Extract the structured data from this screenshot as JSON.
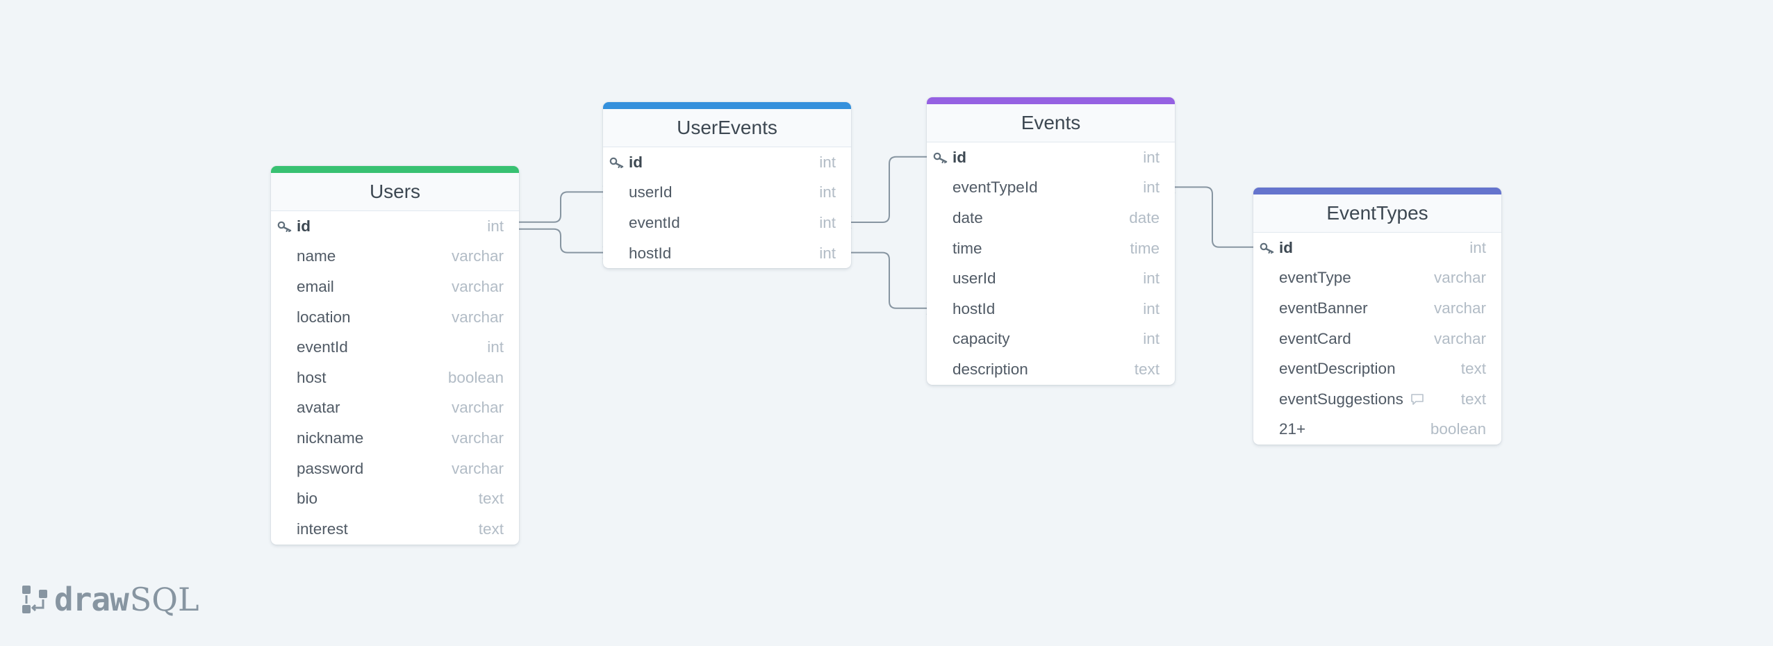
{
  "colors": {
    "background": "#f1f5f8",
    "connector": "#8795a1",
    "users_accent": "#38c172",
    "user_events_accent": "#3490dc",
    "events_accent": "#9561e2",
    "event_types_accent": "#6574cd"
  },
  "logo": {
    "icon": "drawsql-logo-icon",
    "word_a": "draw",
    "word_b": "SQL"
  },
  "tables": [
    {
      "id": "users",
      "name": "Users",
      "accent": "#38c172",
      "columns": [
        {
          "name": "id",
          "type": "int",
          "pk": true
        },
        {
          "name": "name",
          "type": "varchar"
        },
        {
          "name": "email",
          "type": "varchar"
        },
        {
          "name": "location",
          "type": "varchar"
        },
        {
          "name": "eventId",
          "type": "int"
        },
        {
          "name": "host",
          "type": "boolean"
        },
        {
          "name": "avatar",
          "type": "varchar"
        },
        {
          "name": "nickname",
          "type": "varchar"
        },
        {
          "name": "password",
          "type": "varchar"
        },
        {
          "name": "bio",
          "type": "text"
        },
        {
          "name": "interest",
          "type": "text"
        }
      ]
    },
    {
      "id": "user-events",
      "name": "UserEvents",
      "accent": "#3490dc",
      "columns": [
        {
          "name": "id",
          "type": "int",
          "pk": true
        },
        {
          "name": "userId",
          "type": "int"
        },
        {
          "name": "eventId",
          "type": "int"
        },
        {
          "name": "hostId",
          "type": "int"
        }
      ]
    },
    {
      "id": "events",
      "name": "Events",
      "accent": "#9561e2",
      "columns": [
        {
          "name": "id",
          "type": "int",
          "pk": true
        },
        {
          "name": "eventTypeId",
          "type": "int"
        },
        {
          "name": "date",
          "type": "date"
        },
        {
          "name": "time",
          "type": "time"
        },
        {
          "name": "userId",
          "type": "int"
        },
        {
          "name": "hostId",
          "type": "int"
        },
        {
          "name": "capacity",
          "type": "int"
        },
        {
          "name": "description",
          "type": "text"
        }
      ]
    },
    {
      "id": "event-types",
      "name": "EventTypes",
      "accent": "#6574cd",
      "columns": [
        {
          "name": "id",
          "type": "int",
          "pk": true
        },
        {
          "name": "eventType",
          "type": "varchar"
        },
        {
          "name": "eventBanner",
          "type": "varchar"
        },
        {
          "name": "eventCard",
          "type": "varchar"
        },
        {
          "name": "eventDescription",
          "type": "text"
        },
        {
          "name": "eventSuggestions",
          "type": "text",
          "note": true
        },
        {
          "name": "21+",
          "type": "boolean"
        }
      ]
    }
  ],
  "relations": [
    {
      "from_table": "users",
      "from_column": "id",
      "to_table": "user-events",
      "to_column": "userId",
      "cardinality": "one-to-many"
    },
    {
      "from_table": "users",
      "from_column": "id",
      "to_table": "user-events",
      "to_column": "hostId",
      "cardinality": "one-to-many"
    },
    {
      "from_table": "events",
      "from_column": "id",
      "to_table": "user-events",
      "to_column": "eventId",
      "cardinality": "one-to-many"
    },
    {
      "from_table": "user-events",
      "from_column": "hostId",
      "to_table": "events",
      "to_column": "hostId",
      "cardinality": "one-to-many"
    },
    {
      "from_table": "event-types",
      "from_column": "id",
      "to_table": "events",
      "to_column": "eventTypeId",
      "cardinality": "one-to-many"
    }
  ]
}
